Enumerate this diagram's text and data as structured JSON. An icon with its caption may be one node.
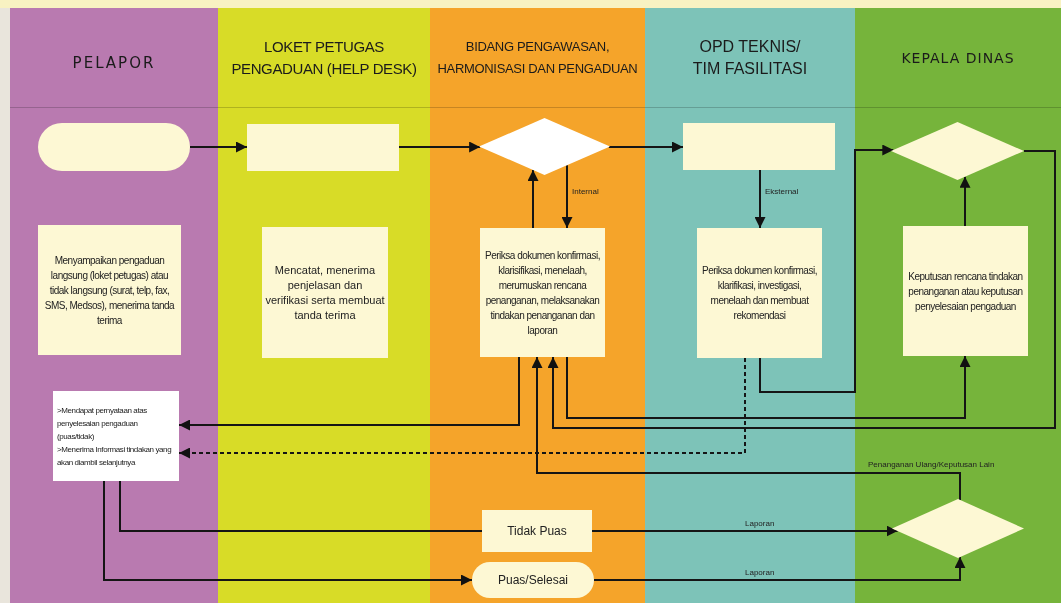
{
  "diagram": {
    "nodes": [
      {
        "text": [
          "PELAPOR"
        ]
      },
      {
        "text": [
          "LOKET PETUGAS PENGADUAN (HELP DESK)"
        ]
      },
      {
        "text": [
          "BIDANG PENGAWASAN, HARMONISASI DAN PENGADUAN"
        ]
      },
      {
        "text": [
          "OPD TEKNIS/ TIM FASILITASI"
        ]
      },
      {
        "text": [
          "KEPALA DINAS"
        ]
      },
      {
        "text": [],
        "shape": "box",
        "in": 0
      },
      {
        "text": [],
        "shape": "box",
        "in": 1
      },
      {
        "text": [],
        "shape": "diamond",
        "in": 2
      },
      {
        "text": [],
        "shape": "box",
        "in": 3
      },
      {
        "text": [],
        "shape": "diamond",
        "in": 4
      },
      {
        "text": [
          "Menyampaikan pengaduan langsung (loket petugas) atau tidak langsung (surat, telp, fax, SMS, Medsos), menerima tanda terima"
        ],
        "in": 0
      },
      {
        "text": [
          "Mencatat, menerima penjelasan dan verifikasi serta membuat tanda terima"
        ],
        "in": 1
      },
      {
        "text": [
          "Periksa dokumen konfirmasi, klarisifikasi, menelaah, merumuskan rencana penanganan, melaksanakan tindakan penanganan dan laporan"
        ],
        "in": 2
      },
      {
        "text": [
          "Periksa dokumen konfirmasi, klarifikasi, investigasi, menelaah dan membuat rekomendasi"
        ],
        "in": 3
      },
      {
        "text": [
          "Keputusan rencana tindakan penanganan atau keputusan penyelesaian pengaduan"
        ],
        "in": 4
      },
      {
        "text": [
          ">Mendapat pernyataan atas penyelesaian pengaduan (puas/tidak)",
          ">Menerima Informasi tindakan yang akan diambil selanjutnya"
        ],
        "in": 0
      },
      {
        "text": [
          "Tidak Puas"
        ],
        "in": 2
      },
      {
        "text": [
          "Puas/Selesai"
        ],
        "in": 2
      },
      {
        "text": [],
        "shape": "diamond",
        "in": 4
      }
    ],
    "edges": [
      {
        "from": 5,
        "to": 6,
        "arrow": "to"
      },
      {
        "from": 6,
        "to": 7,
        "arrow": "to"
      },
      {
        "from": 7,
        "to": 8,
        "arrow": "to"
      },
      {
        "from": 7,
        "to": 12,
        "arrow": "to",
        "label": "Internal"
      },
      {
        "from": 12,
        "to": 7,
        "arrow": "to"
      },
      {
        "from": 8,
        "to": 13,
        "arrow": "to",
        "label": "Eksternal"
      },
      {
        "from": 13,
        "to": 9,
        "arrow": "to"
      },
      {
        "from": 14,
        "to": 9,
        "arrow": "to"
      },
      {
        "from": 9,
        "to": 12,
        "arrow": "to"
      },
      {
        "from": 12,
        "to": 15,
        "arrow": "to"
      },
      {
        "from": 13,
        "to": 15,
        "arrow": "to",
        "style": "dashed"
      },
      {
        "from": 15,
        "to": 16,
        "arrow": "none"
      },
      {
        "from": 15,
        "to": 17,
        "arrow": "to"
      },
      {
        "from": 16,
        "to": 18,
        "arrow": "to",
        "label": "Laporan"
      },
      {
        "from": 17,
        "to": 18,
        "arrow": "to",
        "label": "Laporan"
      },
      {
        "from": 18,
        "to": 12,
        "arrow": "to",
        "label": "Penanganan Ulang/Keputusan Lain"
      },
      {
        "from": 12,
        "to": 14,
        "arrow": "to"
      }
    ]
  }
}
